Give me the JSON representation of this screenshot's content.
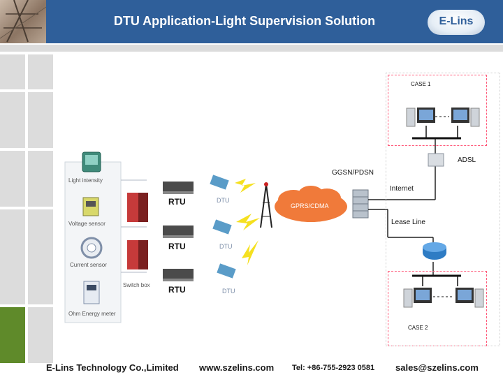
{
  "header": {
    "title": "DTU Application-Light Supervision Solution",
    "logo_text": "E-Lins"
  },
  "devices": [
    {
      "label": "Light intensity"
    },
    {
      "label": "Voltage sensor"
    },
    {
      "label": "Current sensor"
    },
    {
      "label": "Ohm Energy meter"
    }
  ],
  "switch_box_label": "Switch box",
  "rtu_labels": [
    "RTU",
    "RTU",
    "RTU"
  ],
  "dtu_labels": [
    "DTU",
    "DTU",
    "DTU"
  ],
  "network": {
    "gprs_label": "GPRS/CDMA",
    "ggsn_label": "GGSN/PDSN",
    "internet_label": "Internet",
    "lease_line_label": "Lease Line",
    "adsl_label": "ADSL",
    "case1_label": "CASE 1",
    "case2_label": "CASE 2"
  },
  "footer": {
    "company": "E-Lins Technology Co.,Limited",
    "website": "www.szelins.com",
    "tel": "Tel: +86-755-2923 0581",
    "email": "sales@szelins.com"
  },
  "colors": {
    "header_bg": "#2f5f9a",
    "accent_green": "#5f8a2a",
    "grey_bar": "#dcdcdc",
    "case_border": "#ff5a7a"
  }
}
